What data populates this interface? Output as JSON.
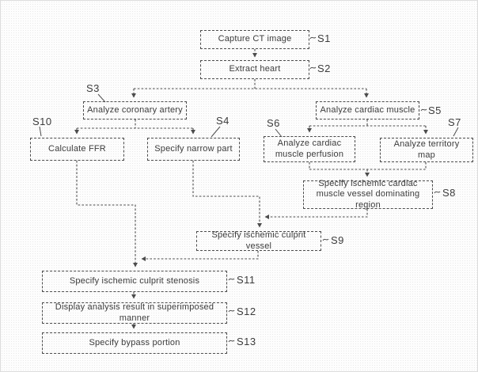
{
  "flowchart": {
    "type": "flowchart",
    "colors": {
      "line": "#4c4c4c",
      "text": "#3c3c3c",
      "background": "#fdfdfd"
    },
    "nodes": [
      {
        "step": "S1",
        "label": "Capture CT image"
      },
      {
        "step": "S2",
        "label": "Extract heart"
      },
      {
        "step": "S3",
        "label": "Analyze coronary artery"
      },
      {
        "step": "S4",
        "label": "Specify narrow part"
      },
      {
        "step": "S5",
        "label": "Analyze cardiac muscle"
      },
      {
        "step": "S6",
        "label": "Analyze cardiac muscle perfusion"
      },
      {
        "step": "S7",
        "label": "Analyze territory map"
      },
      {
        "step": "S8",
        "label": "Specify ischemic cardiac muscle vessel dominating region"
      },
      {
        "step": "S9",
        "label": "Specify ischemic culprit vessel"
      },
      {
        "step": "S10",
        "label": "Calculate FFR"
      },
      {
        "step": "S11",
        "label": "Specify ischemic culprit stenosis"
      },
      {
        "step": "S12",
        "label": "Display analysis result in superimposed manner"
      },
      {
        "step": "S13",
        "label": "Specify bypass portion"
      }
    ]
  }
}
